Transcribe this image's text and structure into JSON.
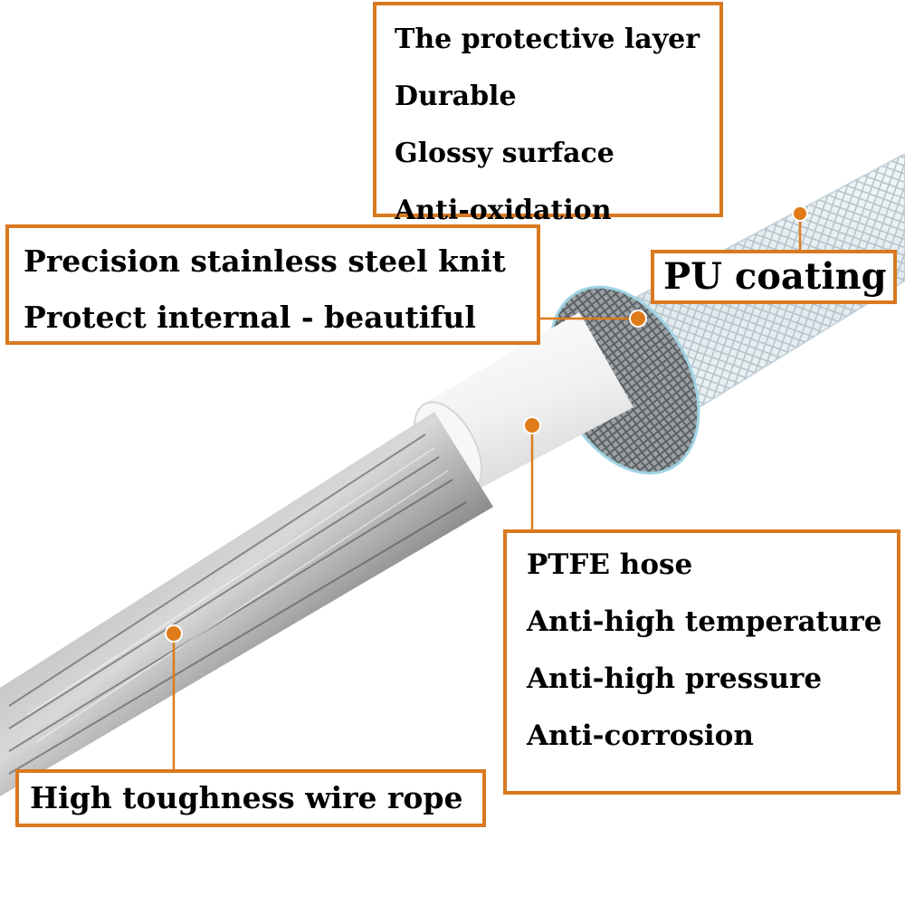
{
  "colors": {
    "accent": "#d9791f",
    "leader": "#e07b1a",
    "wire_rope": "#5e5e5e",
    "ptfe": "#f2f2f2",
    "pu_coating": "#e8f3f7"
  },
  "callouts": {
    "protective_layer": {
      "lines": [
        "The protective layer",
        "Durable",
        "Glossy surface",
        "Anti-oxidation"
      ]
    },
    "stainless_knit": {
      "lines": [
        "Precision stainless steel knit",
        "Protect internal - beautiful"
      ]
    },
    "pu_coating": {
      "label": "PU coating"
    },
    "ptfe_hose": {
      "title": "PTFE hose",
      "lines": [
        "Anti-high temperature",
        "Anti-high pressure",
        "Anti-corrosion"
      ]
    },
    "wire_rope": {
      "label": "High toughness wire rope"
    }
  }
}
